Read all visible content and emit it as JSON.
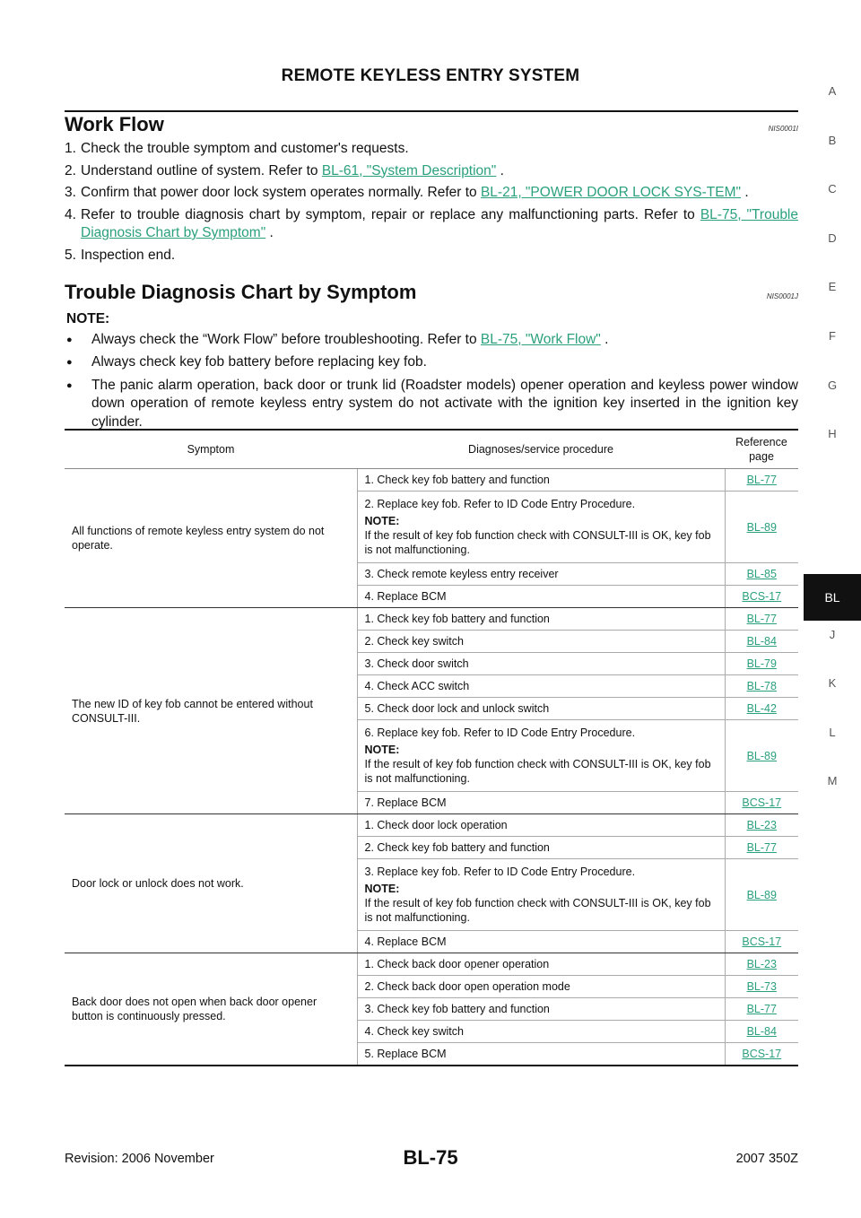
{
  "header": {
    "title": "REMOTE KEYLESS ENTRY SYSTEM"
  },
  "side_tabs": [
    "A",
    "B",
    "C",
    "D",
    "E",
    "F",
    "G",
    "H",
    "BL",
    "J",
    "K",
    "L",
    "M"
  ],
  "active_tab": "BL",
  "work_flow": {
    "heading": "Work Flow",
    "code": "NIS0001I",
    "steps": [
      {
        "num": "1.",
        "pre": "Check the trouble symptom and customer's requests.",
        "link": "",
        "post": ""
      },
      {
        "num": "2.",
        "pre": "Understand outline of system. Refer to ",
        "link": "BL-61, \"System Description\"",
        "post": " ."
      },
      {
        "num": "3.",
        "pre": "Confirm that power door lock system operates normally. Refer to ",
        "link": "BL-21, \"POWER DOOR LOCK SYS-TEM\"",
        "post": " ."
      },
      {
        "num": "4.",
        "pre": "Refer to trouble diagnosis chart by symptom, repair or replace any malfunctioning parts. Refer to ",
        "link": "BL-75, \"Trouble Diagnosis Chart by Symptom\"",
        "post": " ."
      },
      {
        "num": "5.",
        "pre": "Inspection end.",
        "link": "",
        "post": ""
      }
    ]
  },
  "chart_section": {
    "heading": "Trouble Diagnosis Chart by Symptom",
    "code": "NIS0001J",
    "note_label": "NOTE:",
    "bullets": [
      {
        "pre": "Always check the “Work Flow” before troubleshooting. Refer to ",
        "link": "BL-75, \"Work Flow\"",
        "post": " ."
      },
      {
        "pre": "Always check key fob battery before replacing key fob.",
        "link": "",
        "post": ""
      },
      {
        "pre": "The panic alarm operation, back door or trunk lid (Roadster models) opener operation and keyless power window down operation of remote keyless entry system do not activate with the ignition key inserted in the ignition key cylinder.",
        "link": "",
        "post": ""
      }
    ]
  },
  "table": {
    "headers": {
      "symptom": "Symptom",
      "procedure": "Diagnoses/service procedure",
      "reference": "Reference page"
    },
    "note_label": "NOTE:",
    "note_text": "If the result of key fob function check with CONSULT-III is OK, key fob is not malfunctioning.",
    "groups": [
      {
        "symptom": "All functions of remote keyless entry system do not operate.",
        "rows": [
          {
            "proc": "1. Check key fob battery and function",
            "ref": "BL-77"
          },
          {
            "proc": "2. Replace key fob. Refer to ID Code Entry Procedure.",
            "ref": "BL-89",
            "note": true
          },
          {
            "proc": "3. Check remote keyless entry receiver",
            "ref": "BL-85"
          },
          {
            "proc": "4. Replace BCM",
            "ref": "BCS-17"
          }
        ]
      },
      {
        "symptom": "The new ID of key fob cannot be entered without CONSULT-III.",
        "rows": [
          {
            "proc": "1. Check key fob battery and function",
            "ref": "BL-77"
          },
          {
            "proc": "2. Check key switch",
            "ref": "BL-84"
          },
          {
            "proc": "3. Check door switch",
            "ref": "BL-79"
          },
          {
            "proc": "4. Check ACC switch",
            "ref": "BL-78"
          },
          {
            "proc": "5. Check door lock and unlock switch",
            "ref": "BL-42"
          },
          {
            "proc": "6. Replace key fob. Refer to ID Code Entry Procedure.",
            "ref": "BL-89",
            "note": true
          },
          {
            "proc": "7. Replace BCM",
            "ref": "BCS-17"
          }
        ]
      },
      {
        "symptom": "Door lock or unlock does not work.",
        "rows": [
          {
            "proc": "1. Check door lock operation",
            "ref": "BL-23"
          },
          {
            "proc": "2. Check key fob battery and function",
            "ref": "BL-77"
          },
          {
            "proc": "3. Replace key fob. Refer to ID Code Entry Procedure.",
            "ref": "BL-89",
            "note": true
          },
          {
            "proc": "4. Replace BCM",
            "ref": "BCS-17"
          }
        ]
      },
      {
        "symptom": "Back door does not open when back door opener button is continuously pressed.",
        "rows": [
          {
            "proc": "1. Check back door opener operation",
            "ref": "BL-23"
          },
          {
            "proc": "2. Check back door open operation mode",
            "ref": "BL-73"
          },
          {
            "proc": "3. Check key fob battery and function",
            "ref": "BL-77"
          },
          {
            "proc": "4. Check key switch",
            "ref": "BL-84"
          },
          {
            "proc": "5. Replace BCM",
            "ref": "BCS-17"
          }
        ]
      }
    ]
  },
  "footer": {
    "revision": "Revision: 2006 November",
    "page": "BL-75",
    "model": "2007 350Z"
  },
  "colors": {
    "link": "#2aa07c",
    "active_tab_bg": "#111111"
  }
}
